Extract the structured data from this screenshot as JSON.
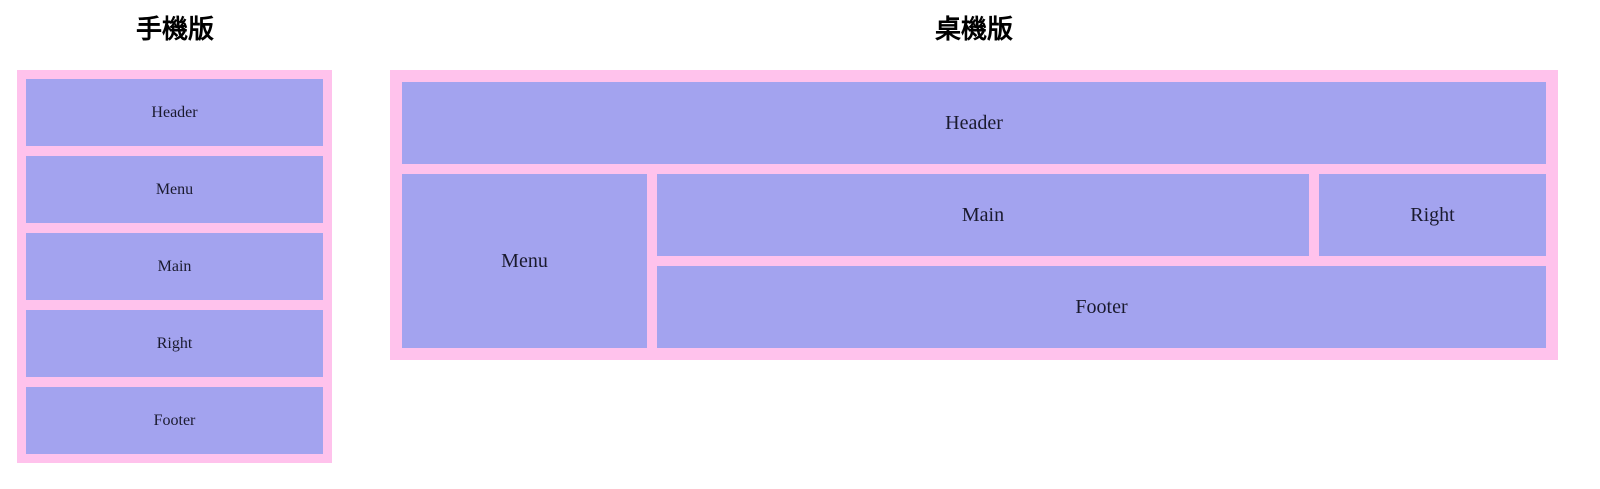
{
  "page": {
    "background_color": "#ffffff",
    "container_color": "#ffc2ec",
    "block_color": "#a3a3ef",
    "text_color": "#1a1a2e",
    "title_color": "#000000"
  },
  "mobile": {
    "title": "手機版",
    "blocks": [
      {
        "label": "Header"
      },
      {
        "label": "Menu"
      },
      {
        "label": "Main"
      },
      {
        "label": "Right"
      },
      {
        "label": "Footer"
      }
    ]
  },
  "desktop": {
    "title": "桌機版",
    "blocks": {
      "header": "Header",
      "menu": "Menu",
      "main": "Main",
      "right": "Right",
      "footer": "Footer"
    }
  }
}
